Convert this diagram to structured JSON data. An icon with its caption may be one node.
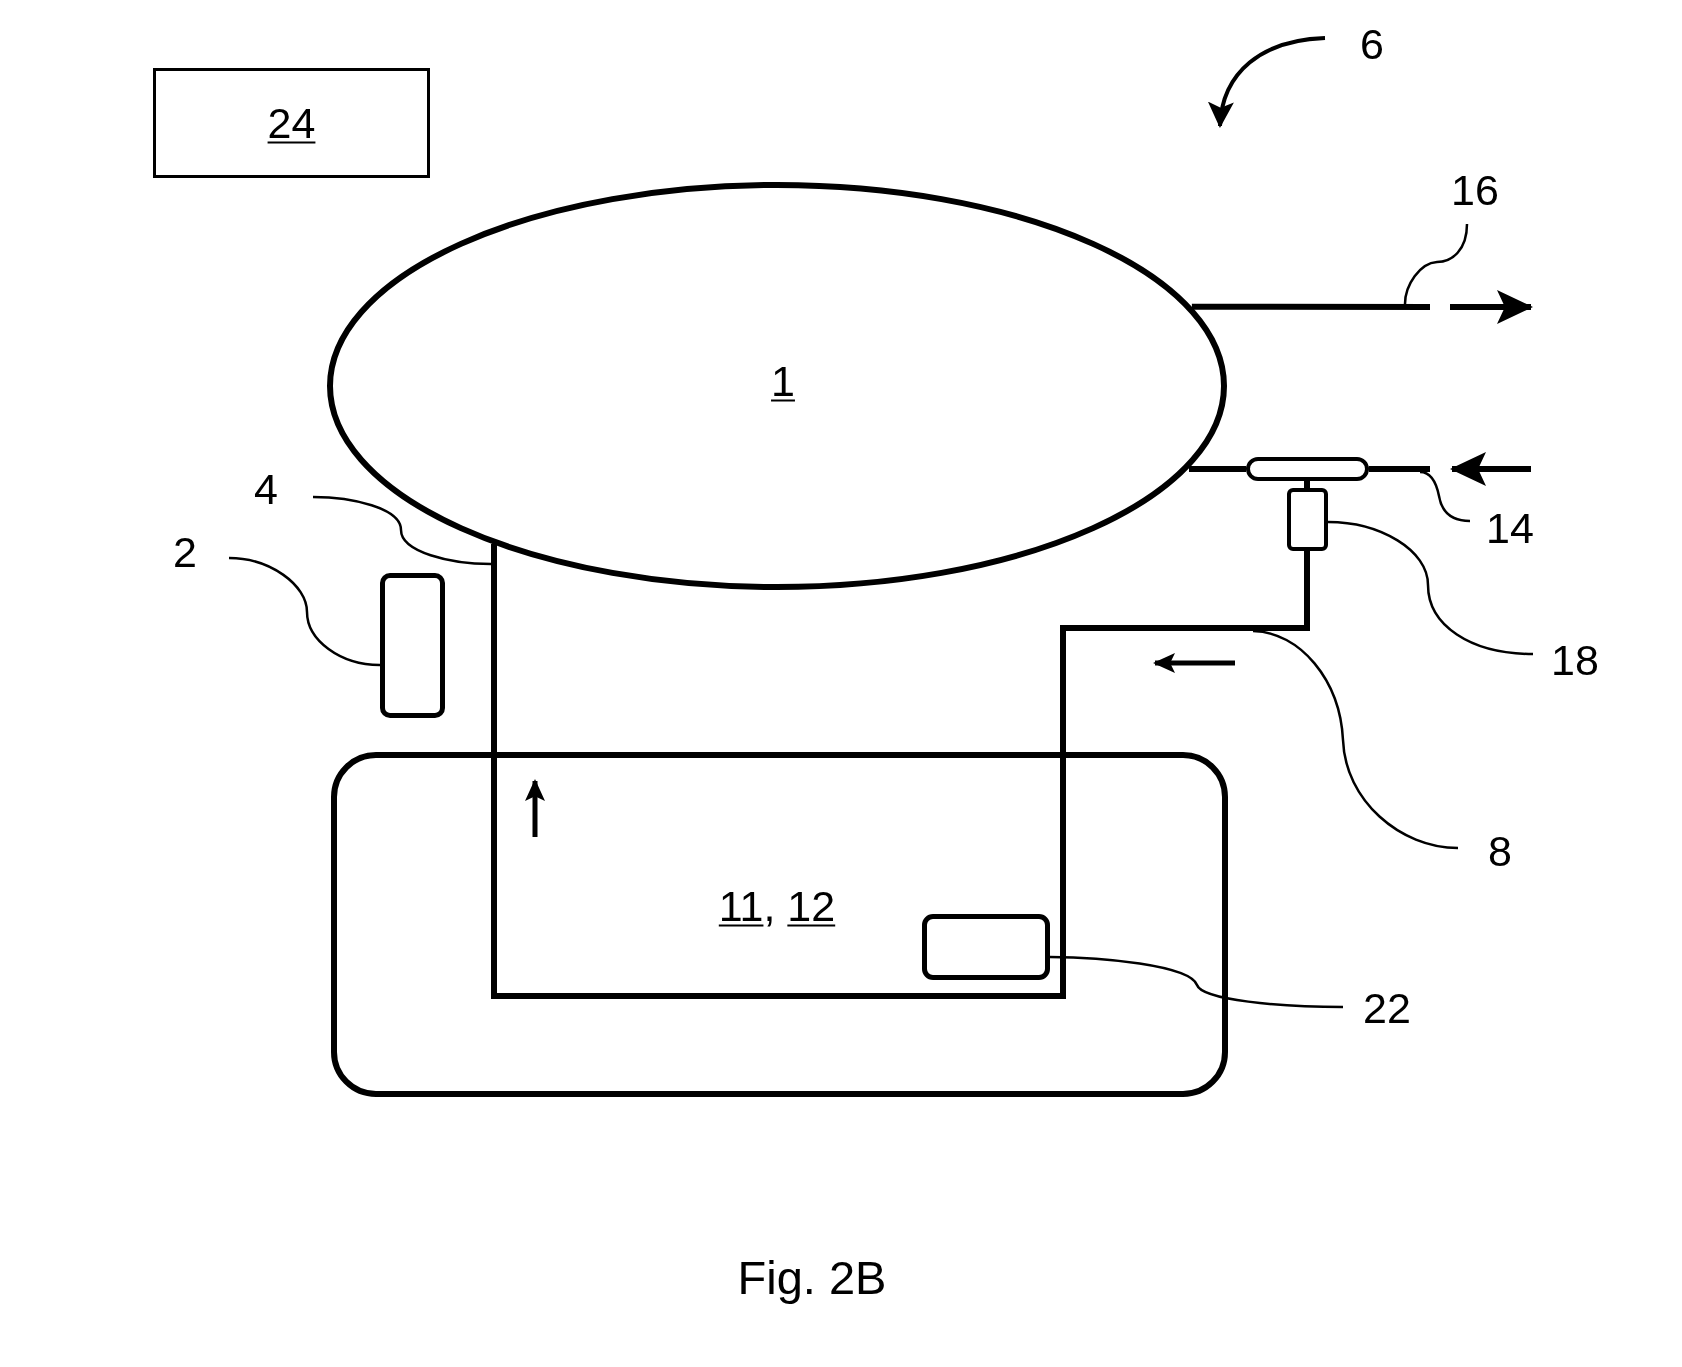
{
  "diagram": {
    "caption": "Fig. 2B",
    "nodes": [
      {
        "text": [
          "6"
        ]
      },
      {
        "text": [
          "24"
        ]
      },
      {
        "text": [
          "16"
        ]
      },
      {
        "text": [
          "1"
        ]
      },
      {
        "text": [
          "4"
        ]
      },
      {
        "text": [],
        "shape": "box"
      },
      {
        "text": [
          "14"
        ]
      },
      {
        "text": [],
        "shape": "box"
      },
      {
        "text": [
          "2"
        ]
      },
      {
        "text": [],
        "shape": "box"
      },
      {
        "text": [
          "18"
        ]
      },
      {
        "text": [
          "8"
        ]
      },
      {
        "text": [
          "11, 12"
        ]
      },
      {
        "text": [],
        "shape": "box",
        "in": 12
      },
      {
        "text": [
          "22"
        ]
      }
    ],
    "edges": [
      {
        "from": 0,
        "to": null,
        "arrow": "to"
      },
      {
        "from": 2,
        "to": null,
        "arrow": "none"
      },
      {
        "from": 3,
        "to": null,
        "arrow": "none",
        "style": "thick"
      },
      {
        "from": 4,
        "to": null,
        "arrow": "none"
      },
      {
        "from": null,
        "to": 5,
        "arrow": "none",
        "style": "thick"
      },
      {
        "from": 5,
        "to": 3,
        "arrow": "none",
        "style": "thick"
      },
      {
        "from": 6,
        "to": null,
        "arrow": "none"
      },
      {
        "from": 7,
        "to": 5,
        "arrow": "none",
        "style": "thick"
      },
      {
        "from": 8,
        "to": 9,
        "arrow": "none"
      },
      {
        "from": 10,
        "to": 7,
        "arrow": "none"
      },
      {
        "from": 3,
        "to": 7,
        "arrow": "none",
        "style": "thick"
      },
      {
        "from": 11,
        "to": null,
        "arrow": "none"
      },
      {
        "from": 14,
        "to": 13,
        "arrow": "none"
      }
    ]
  }
}
